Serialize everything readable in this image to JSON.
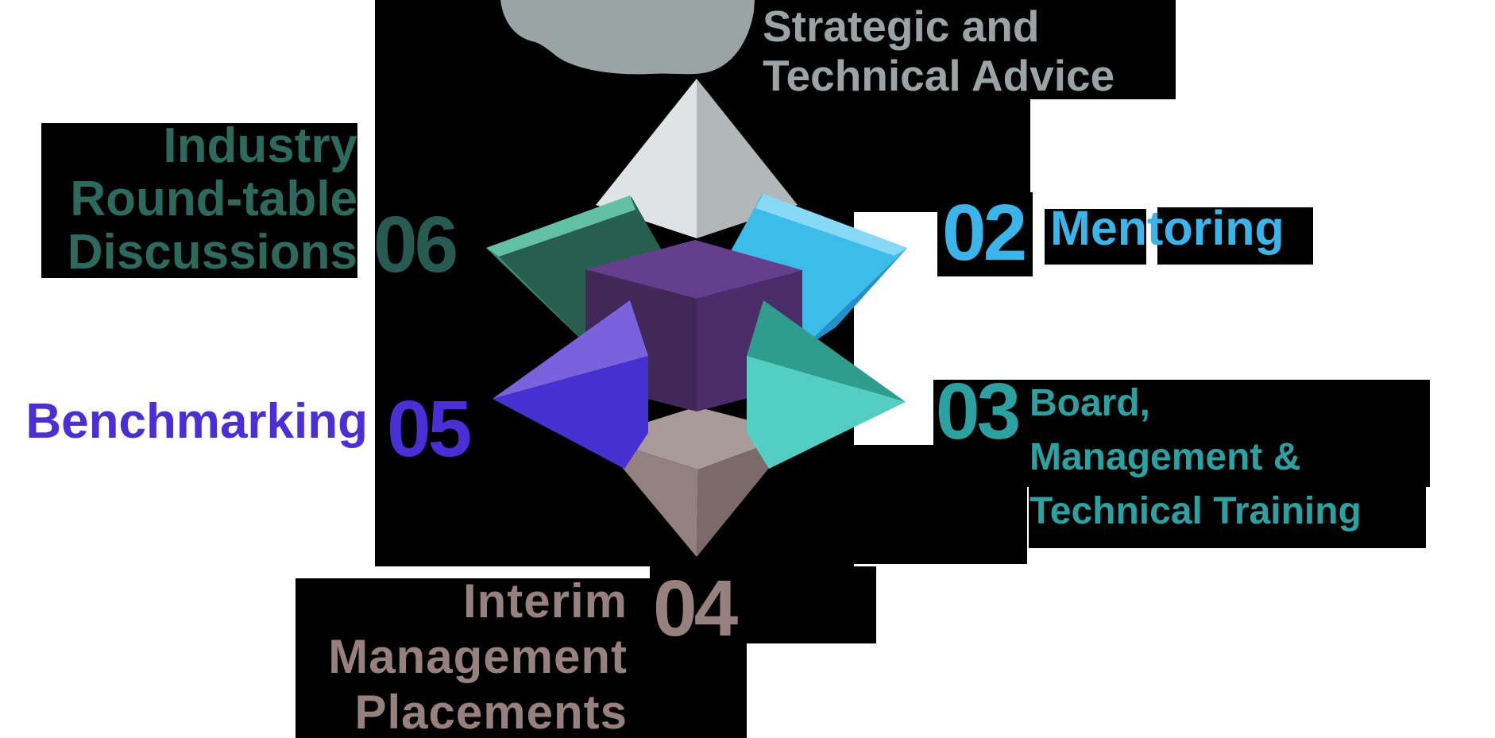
{
  "canvas": {
    "background": "#ffffff",
    "panel_color": "#000000"
  },
  "items": {
    "advice": {
      "lines": [
        "Strategic and",
        "Technical Advice"
      ],
      "color": "#9aa4a5"
    },
    "mentoring": {
      "number": "02",
      "label": "Mentoring",
      "color": "#3ab5e9"
    },
    "training": {
      "number": "03",
      "lines": [
        "Board,",
        "Management &",
        "Technical Training"
      ],
      "color": "#2ba1a1"
    },
    "interim": {
      "number": "04",
      "lines": [
        "Interim",
        "Management",
        "Placements"
      ],
      "color": "#97817f"
    },
    "benchmarking": {
      "number": "05",
      "label": "Benchmarking",
      "color": "#4b2ed6"
    },
    "roundtable": {
      "number": "06",
      "lines": [
        "Industry",
        "Round-table",
        "Discussions"
      ],
      "color": "#2c6a5e",
      "number_color": "#275a50"
    }
  },
  "graphic": {
    "colors": {
      "blob": "#9aa4a5",
      "gray_left": "#dfe3e3",
      "gray_right": "#b2b8b8",
      "green_dark": "#275f4e",
      "green_mint": "#63c1a3",
      "green_mid": "#3c8a72",
      "cyan_main": "#3bbce9",
      "cyan_light": "#87d9f5",
      "cyan_dark": "#2191cb",
      "taupe_top": "#a99b99",
      "taupe_left": "#92817e",
      "taupe_right": "#7b6a68",
      "cube_top": "#653f8e",
      "cube_left": "#412858",
      "cube_right": "#4a2d68",
      "violet_light": "#7a62dd",
      "violet_dark": "#4730d1",
      "teal_dark": "#2f9d8d",
      "teal_light": "#52cfc2"
    }
  }
}
